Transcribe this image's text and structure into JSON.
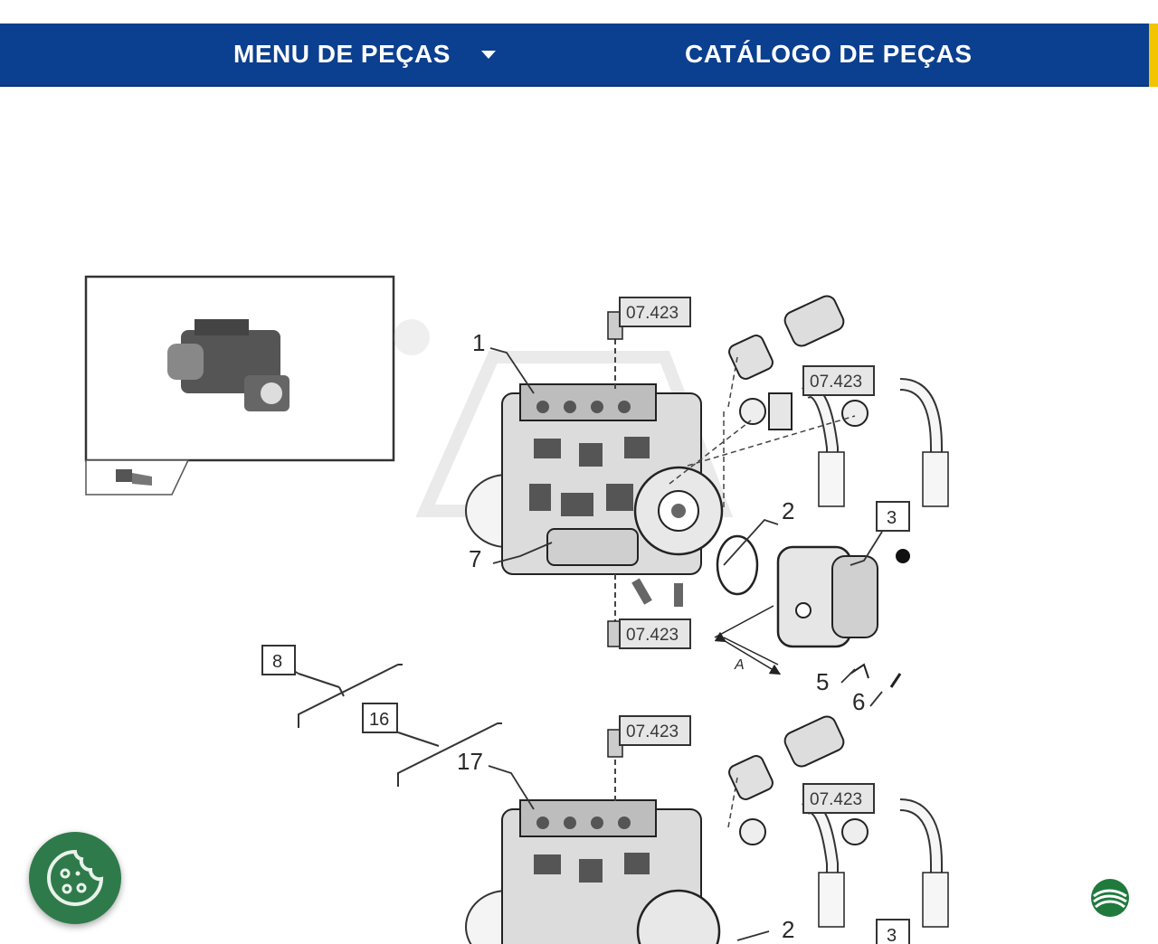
{
  "nav": {
    "menu_label": "MENU DE PEÇAS",
    "catalog_label": "CATÁLOGO DE PEÇAS"
  },
  "diagram": {
    "callouts": [
      "1",
      "2",
      "3",
      "5",
      "6",
      "7",
      "8",
      "16",
      "17",
      "2",
      "3"
    ],
    "ref_code": "07.423",
    "dimension_label": "A"
  },
  "colors": {
    "nav_bg": "#0b3f8f",
    "nav_accent": "#f2c500",
    "cookie_bg": "#2f7a4a"
  },
  "icons": {
    "dropdown": "chevron-down-icon",
    "cookie": "cookie-icon",
    "brand": "brand-logo-icon"
  }
}
